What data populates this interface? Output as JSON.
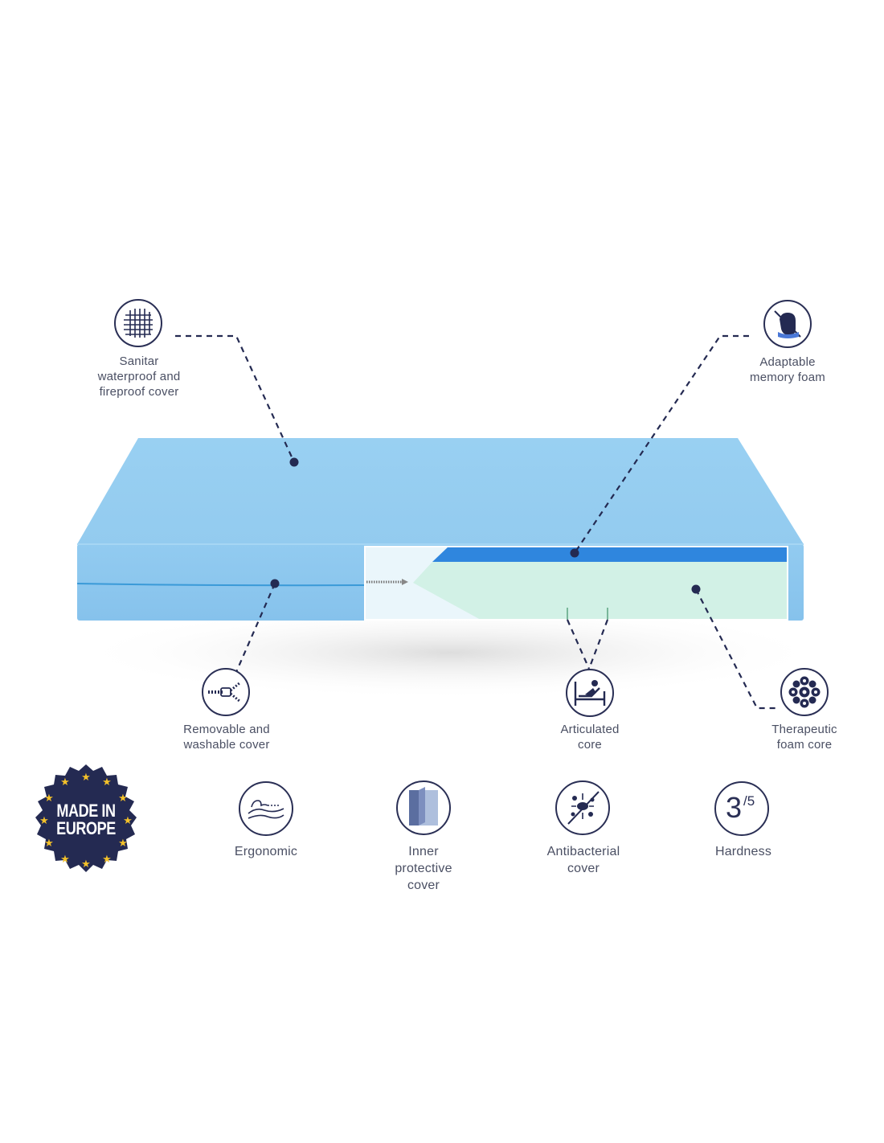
{
  "callouts": {
    "sanitar_cover": "Sanitar\nwaterproof and\nfireproof cover",
    "memory_foam": "Adaptable\nmemory foam",
    "removable_cover": "Removable and\nwashable cover",
    "articulated_core": "Articulated\ncore",
    "therapeutic_core": "Therapeutic\nfoam core"
  },
  "features": {
    "ergonomic": "Ergonomic",
    "inner_cover": "Inner\nprotective\ncover",
    "antibacterial": "Antibacterial\ncover",
    "hardness": "Hardness"
  },
  "hardness_rating": {
    "value": "3",
    "scale": "/5"
  },
  "badge": {
    "line1": "MADE IN",
    "line2": "EUROPE"
  },
  "colors": {
    "navy": "#242a52",
    "mattress_top": "#95cdf0",
    "mattress_side": "#8cc6ee",
    "memory_foam": "#2f86de",
    "core_foam": "#d2f1e6",
    "label_text": "#4a4f63"
  },
  "icons": [
    "woven-fabric-icon",
    "hand-press-foam-icon",
    "zipper-icon",
    "articulated-bed-icon",
    "foam-cells-icon",
    "ergonomic-spine-icon",
    "inner-cover-layer-icon",
    "antibacterial-icon"
  ]
}
